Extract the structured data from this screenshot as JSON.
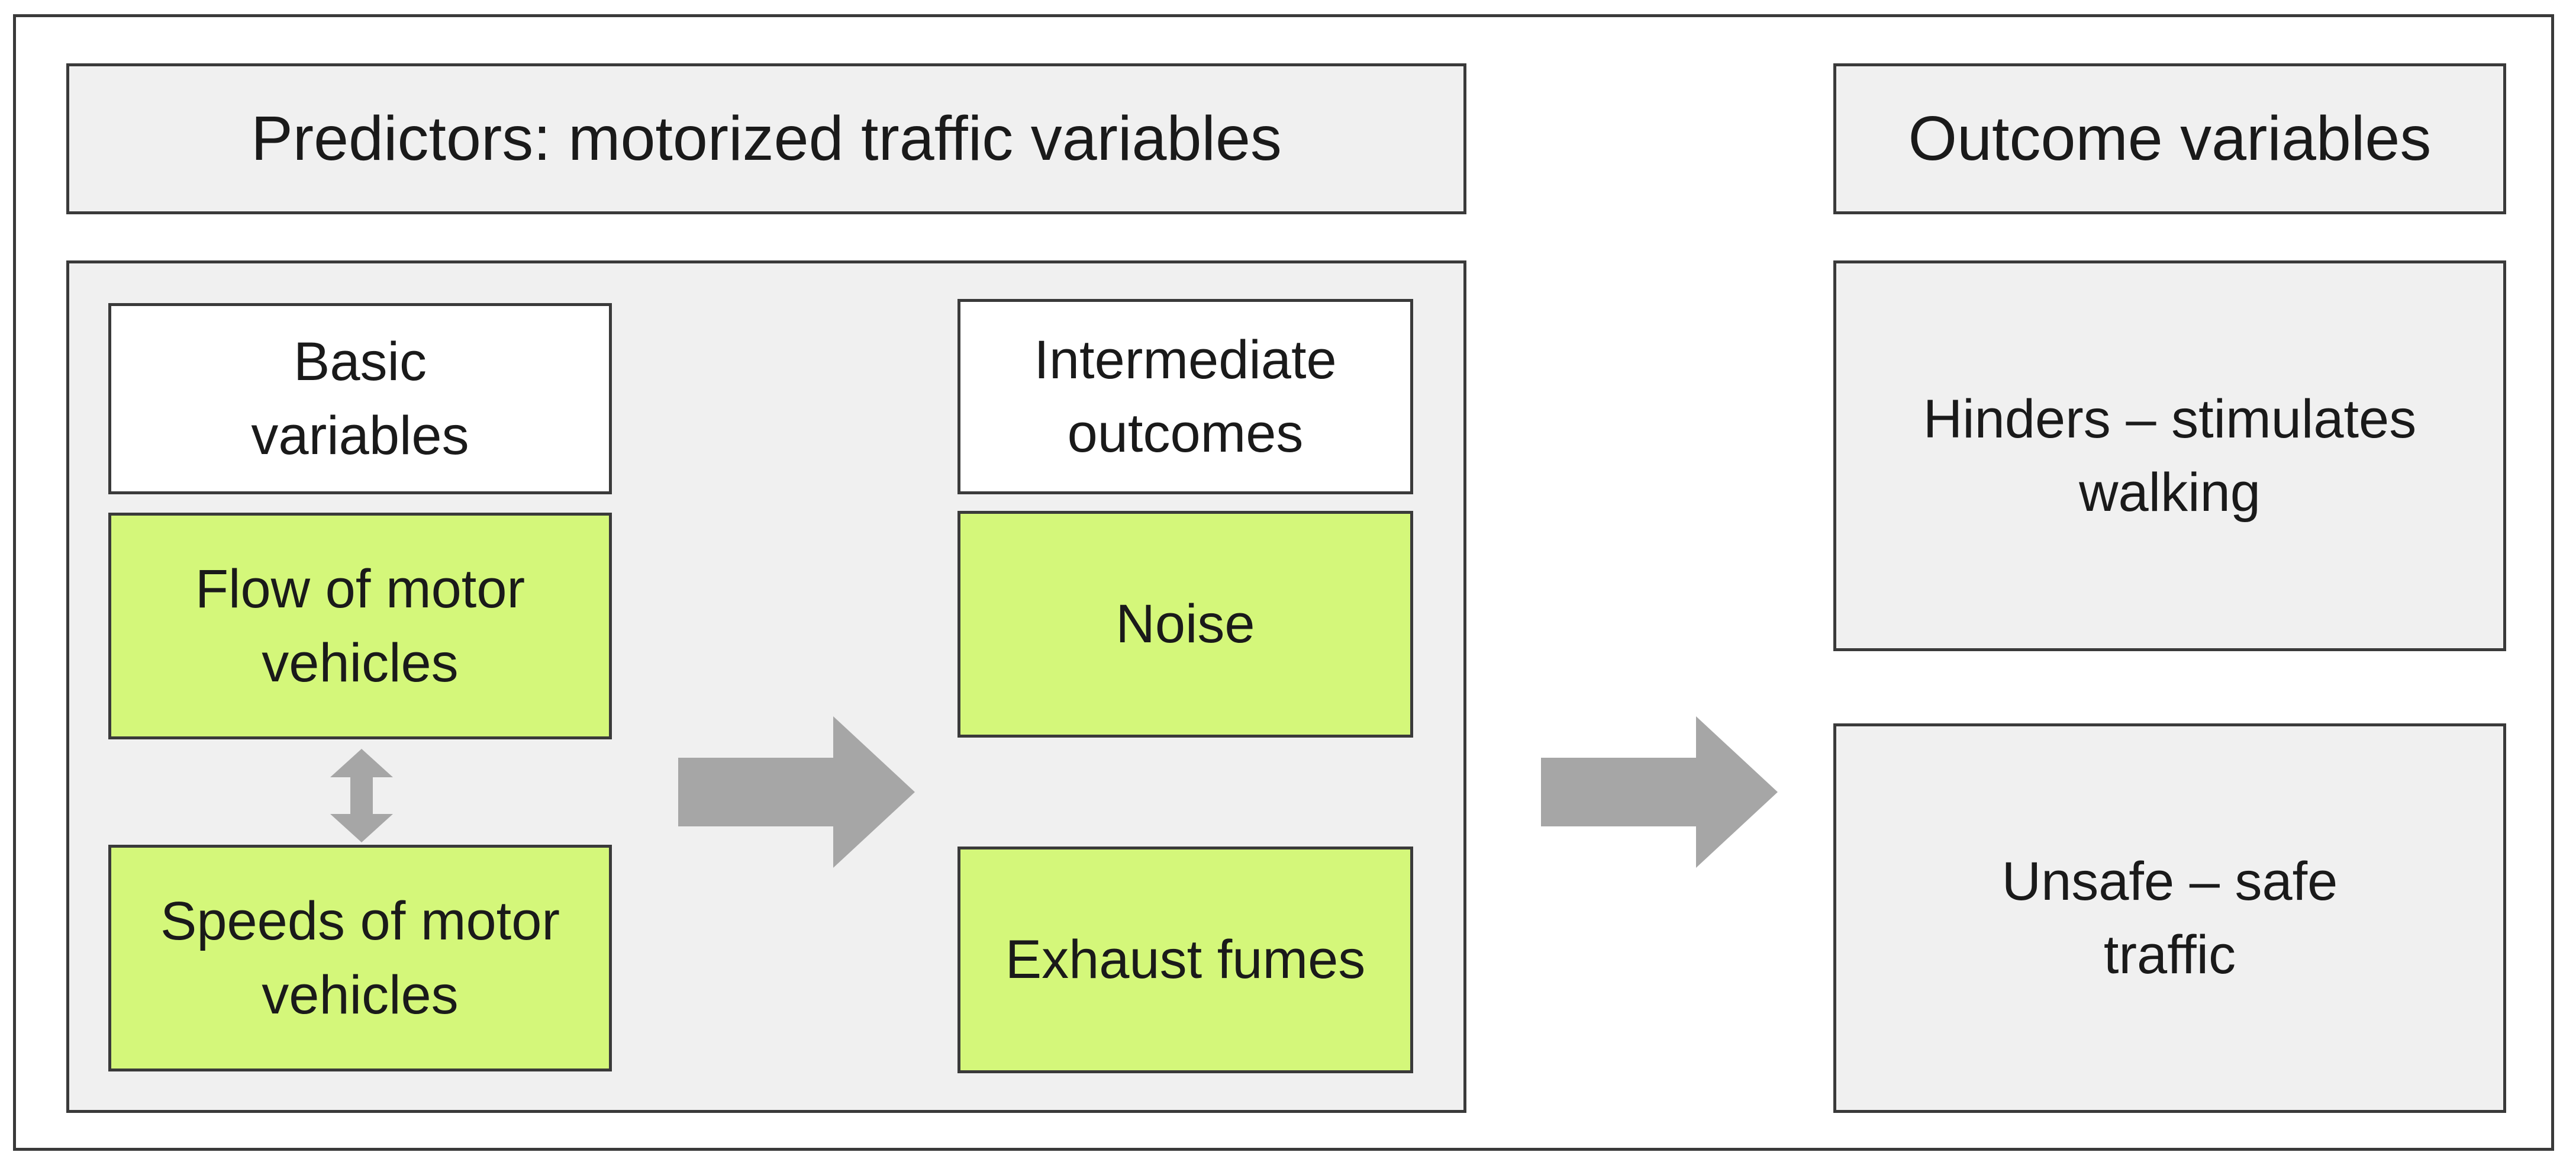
{
  "predictors": {
    "header": "Predictors: motorized traffic variables",
    "basic_header": "Basic variables",
    "flow": "Flow of motor vehicles",
    "speeds": "Speeds of motor vehicles",
    "intermediate_header": "Intermediate outcomes",
    "noise": "Noise",
    "exhaust": "Exhaust fumes"
  },
  "outcomes": {
    "header": "Outcome variables",
    "walking": "Hinders – stimulates walking",
    "traffic": "Unsafe – safe traffic"
  },
  "colors": {
    "green_box": "#d4f77a",
    "panel_grey": "#f0f0f0",
    "arrow_grey": "#a6a6a6"
  },
  "icons": {
    "double_arrow": "vertical-double-arrow-icon",
    "block_arrow": "right-block-arrow-icon"
  }
}
